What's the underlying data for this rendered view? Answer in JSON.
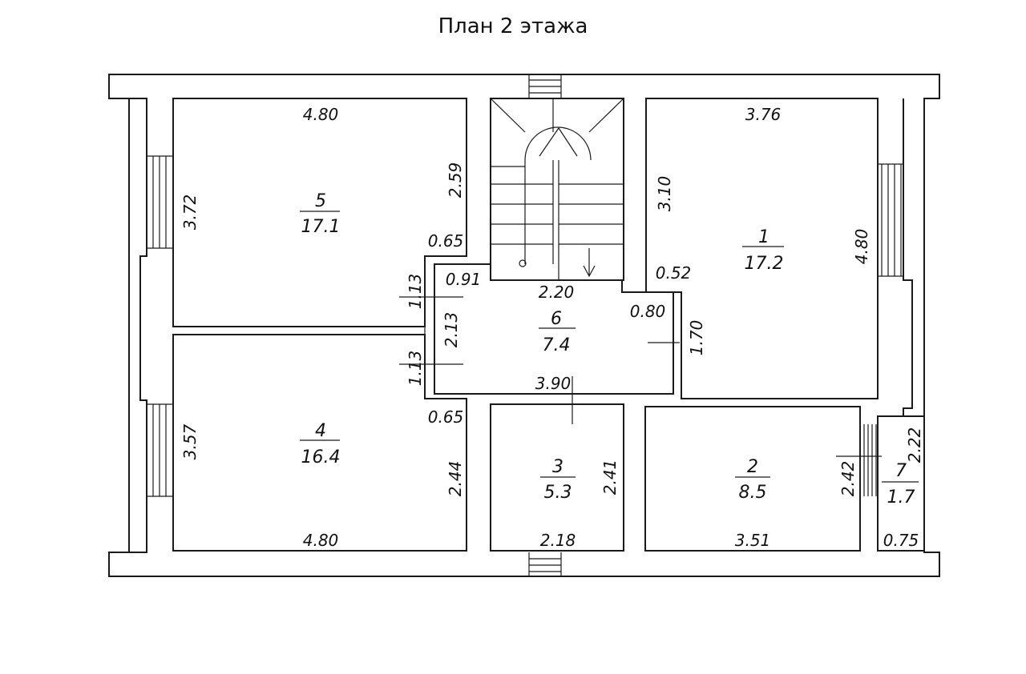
{
  "title": "План 2 этажа",
  "rooms": [
    {
      "number": "1",
      "area": "17.2"
    },
    {
      "number": "2",
      "area": "8.5"
    },
    {
      "number": "3",
      "area": "5.3"
    },
    {
      "number": "4",
      "area": "16.4"
    },
    {
      "number": "5",
      "area": "17.1"
    },
    {
      "number": "6",
      "area": "7.4"
    },
    {
      "number": "7",
      "area": "1.7"
    }
  ],
  "dimensions": {
    "r5_top": "4.80",
    "r5_left": "3.72",
    "r5_right": "2.59",
    "r5_corner": "0.65",
    "r4_left": "3.57",
    "r4_bottom": "4.80",
    "r4_right": "2.44",
    "r4_corner": "0.65",
    "hall_top_small": "0.91",
    "hall_top": "2.20",
    "hall_left": "2.13",
    "hall_left_upper": "1.13",
    "hall_left_lower": "1.13",
    "hall_bottom": "3.90",
    "hall_right_step": "0.80",
    "hall_right": "1.70",
    "r1_top": "3.76",
    "r1_left": "3.10",
    "r1_right": "4.80",
    "r1_step": "0.52",
    "r3_right": "2.41",
    "r3_bottom": "2.18",
    "r2_bottom": "3.51",
    "r2_right": "2.42",
    "r7_right": "2.22",
    "r7_bottom": "0.75"
  }
}
